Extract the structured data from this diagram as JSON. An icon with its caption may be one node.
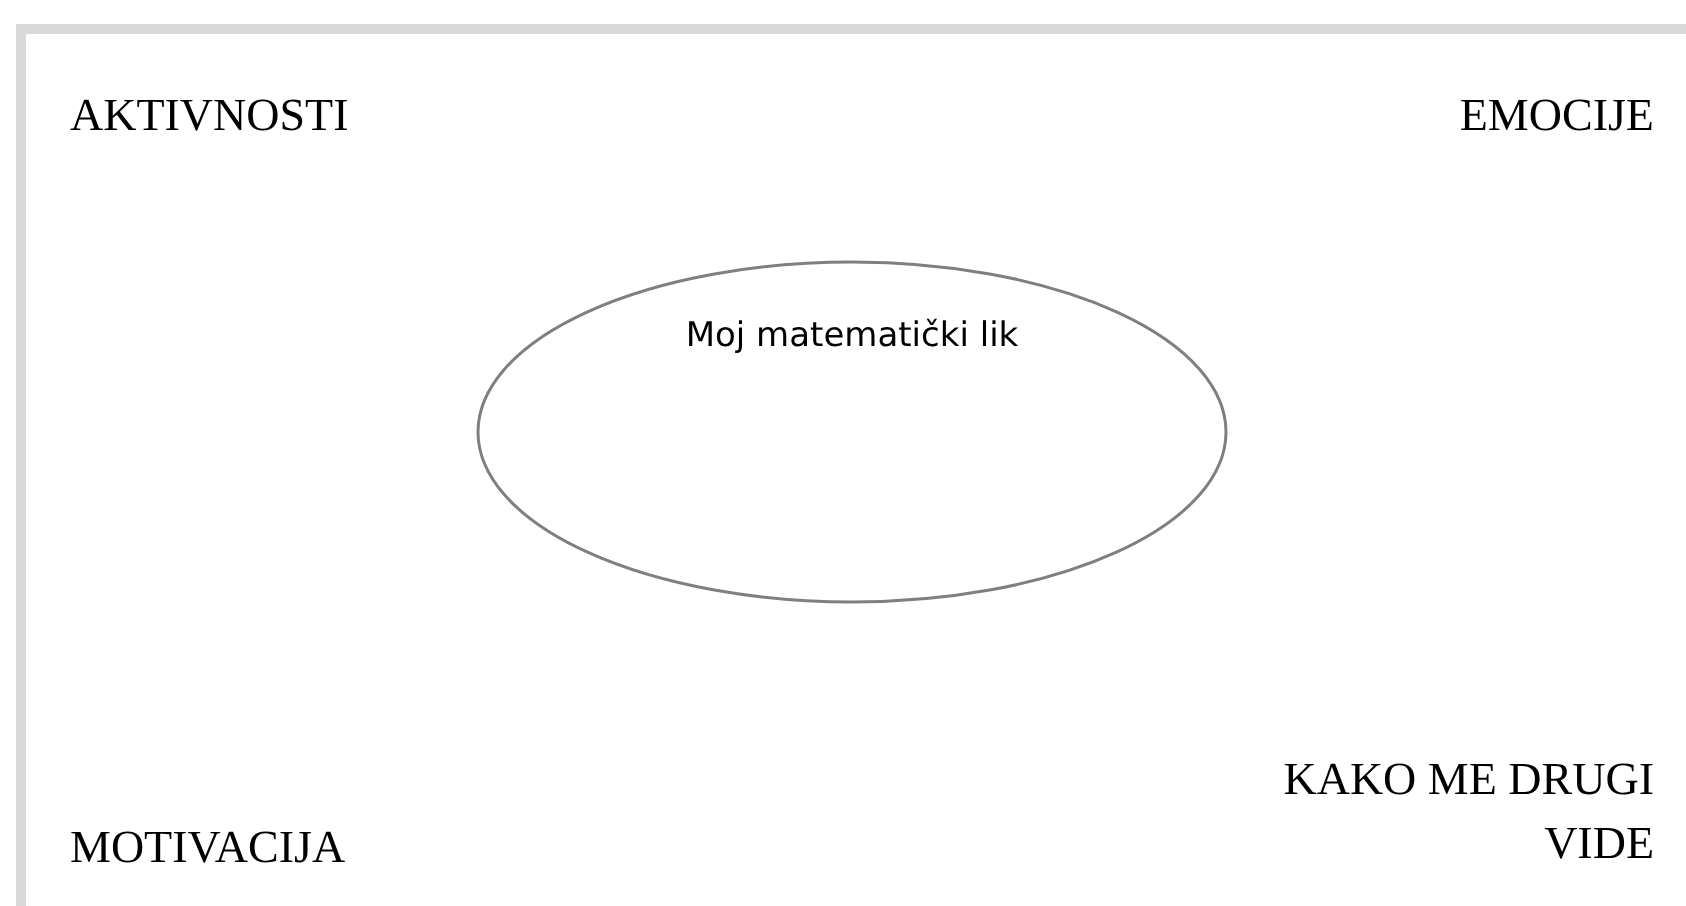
{
  "diagram": {
    "nodes": [
      {
        "text": [
          "Moj matematički lik"
        ]
      }
    ],
    "labels": [
      "AKTIVNOSTI",
      "EMOCIJE",
      "MOTIVACIJA",
      "KAKO ME DRUGI VIDE"
    ]
  }
}
